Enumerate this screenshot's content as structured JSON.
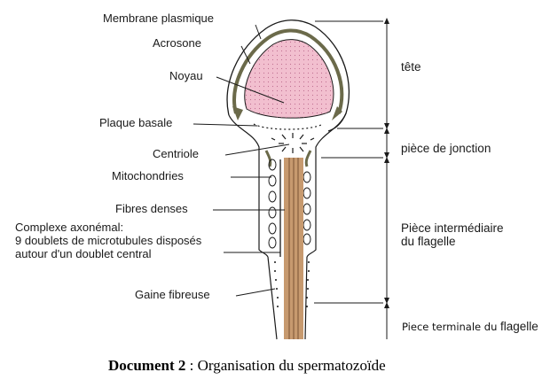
{
  "labels": {
    "membrane": "Membrane plasmique",
    "acrosome": "Acrosone",
    "noyau": "Noyau",
    "plaque": "Plaque basale",
    "centriole": "Centriole",
    "mitochondries": "Mitochondries",
    "fibres": "Fibres denses",
    "complexe_1": "Complexe axonémal:",
    "complexe_2": "9 doublets de microtubules disposés",
    "complexe_3": "autour d'un doublet central",
    "gaine": "Gaine fibreuse"
  },
  "regions": {
    "tete": "tête",
    "jonction": "pièce de jonction",
    "intermediaire_1": "Pièce intermédiaire",
    "intermediaire_2": "du flagelle",
    "terminale_a": "Piece terminale du ",
    "terminale_b": "flagelle"
  },
  "caption": {
    "bold": "Document 2",
    "rest": " : Organisation du spermatozoïde"
  },
  "colors": {
    "nucleus": "#f2bfcf",
    "acrosome": "#6b6a4a",
    "line": "#1a1a1a"
  }
}
